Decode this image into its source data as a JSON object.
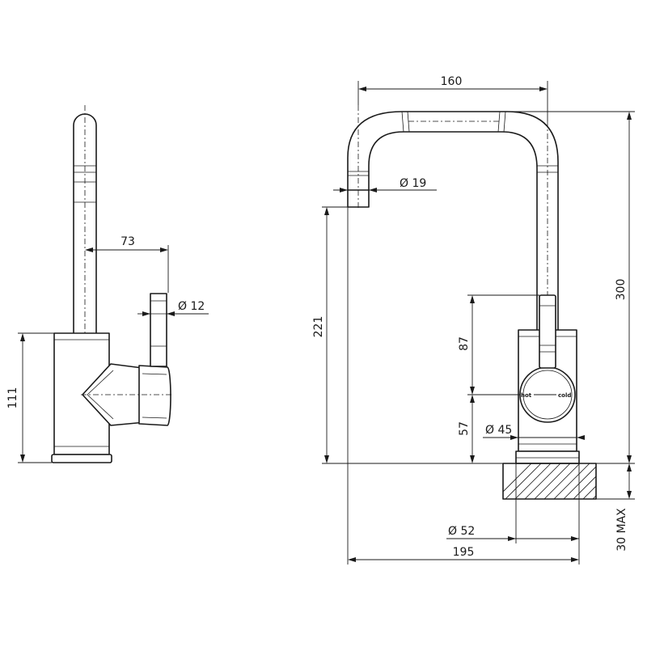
{
  "side_view": {
    "dims": {
      "height_body": "111",
      "spout_offset": "73",
      "handle_diameter": "Ø 12"
    }
  },
  "front_view": {
    "dims": {
      "width_top": "160",
      "spout_diameter": "Ø 19",
      "outlet_height": "221",
      "total_height": "300",
      "handle_height": "87",
      "body_height": "57",
      "body_diameter": "Ø 45",
      "base_diameter": "Ø 52",
      "overall_reach": "195",
      "bench_thickness": "30 MAX"
    },
    "labels": {
      "hot": "hot",
      "cold": "cold"
    }
  }
}
